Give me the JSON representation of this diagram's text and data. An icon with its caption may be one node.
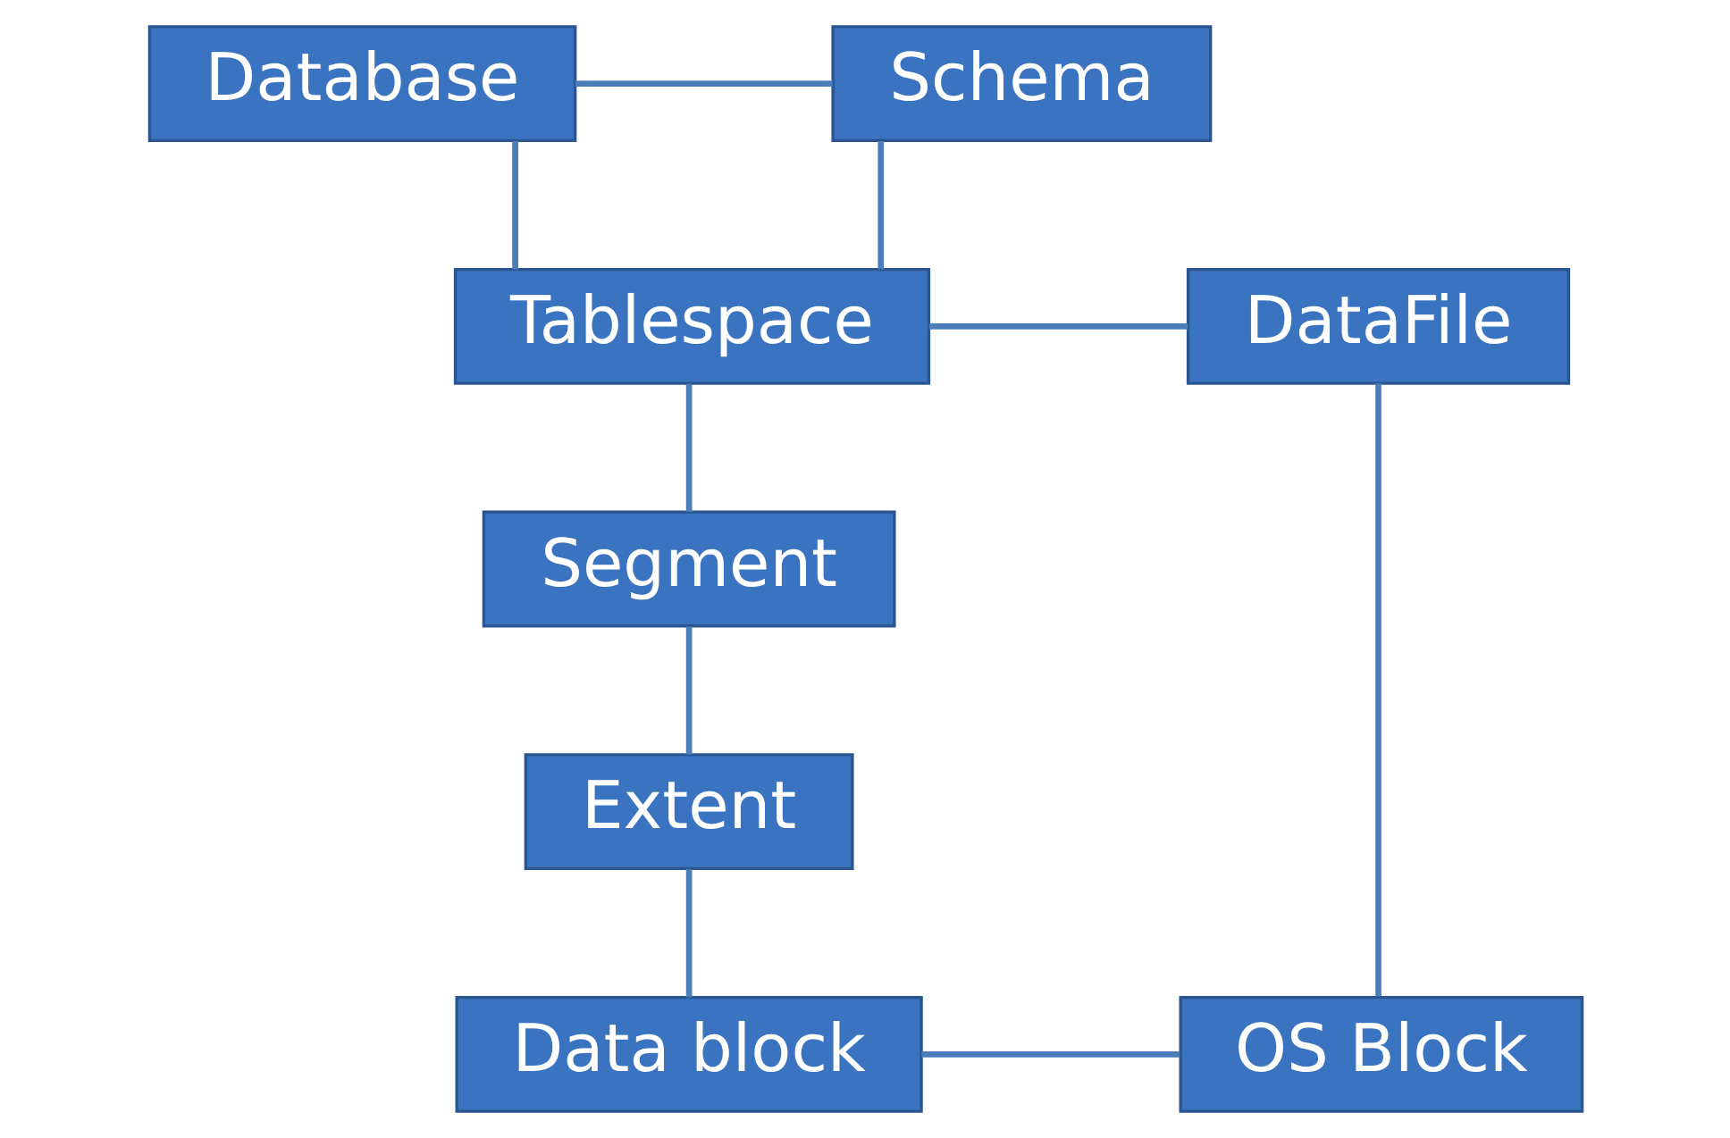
{
  "diagram": {
    "nodes": [
      {
        "text": [
          "Database"
        ]
      },
      {
        "text": [
          "Schema"
        ]
      },
      {
        "text": [
          "Tablespace"
        ]
      },
      {
        "text": [
          "DataFile"
        ]
      },
      {
        "text": [
          "Segment"
        ]
      },
      {
        "text": [
          "Extent"
        ]
      },
      {
        "text": [
          "Data block"
        ]
      },
      {
        "text": [
          "OS Block"
        ]
      }
    ],
    "edges": [
      {
        "from": 0,
        "to": 1,
        "arrow": "none"
      },
      {
        "from": 0,
        "to": 2,
        "arrow": "none"
      },
      {
        "from": 1,
        "to": 2,
        "arrow": "none"
      },
      {
        "from": 2,
        "to": 3,
        "arrow": "none"
      },
      {
        "from": 2,
        "to": 4,
        "arrow": "none"
      },
      {
        "from": 4,
        "to": 5,
        "arrow": "none"
      },
      {
        "from": 5,
        "to": 6,
        "arrow": "none"
      },
      {
        "from": 3,
        "to": 7,
        "arrow": "none"
      },
      {
        "from": 6,
        "to": 7,
        "arrow": "none"
      }
    ]
  }
}
